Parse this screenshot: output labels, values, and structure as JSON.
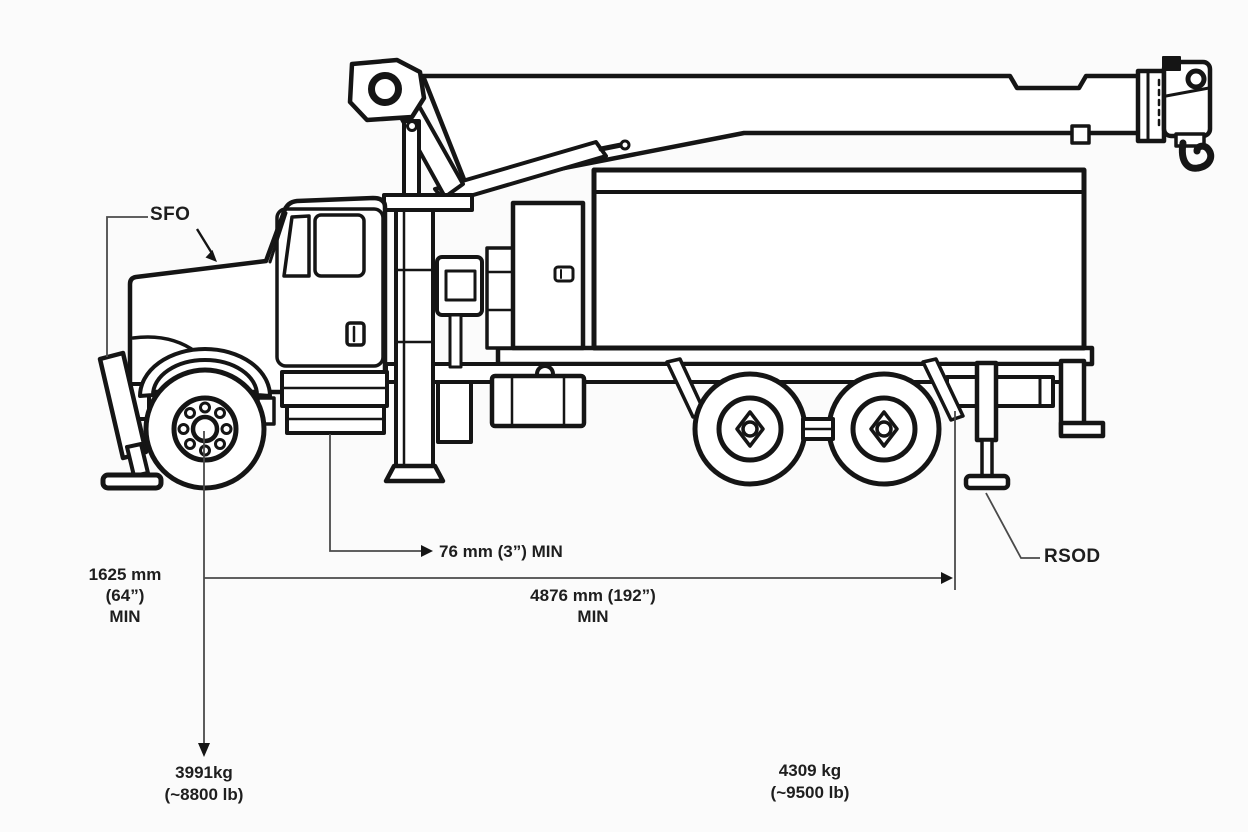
{
  "page": {
    "background": "#fbfbfb",
    "line_color": "#151515",
    "dim_line_color": "#4a4a4a"
  },
  "labels": {
    "sfo": "SFO",
    "rsod": "RSOD",
    "clearance": "76 mm (3”) MIN",
    "front_min": [
      "1625 mm",
      "(64”)",
      "MIN"
    ],
    "span": [
      "4876 mm (192”)",
      "MIN"
    ],
    "front_weight": [
      "3991kg",
      "(~8800 lb)"
    ],
    "rear_weight": [
      "4309 kg",
      "(~9500 lb)"
    ]
  }
}
